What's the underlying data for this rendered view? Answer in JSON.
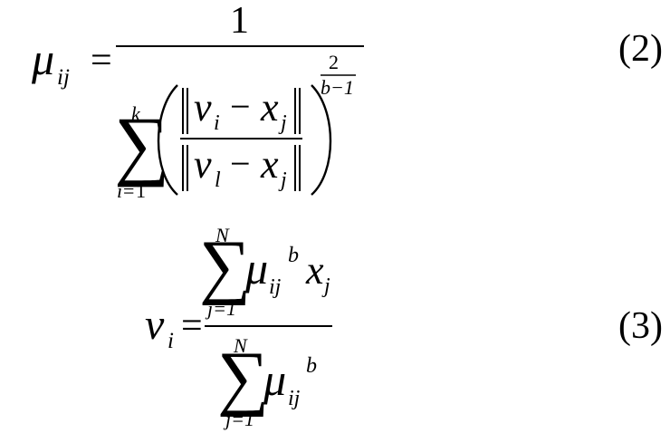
{
  "equations": [
    {
      "number": "(2)",
      "lhs": {
        "symbol": "μ",
        "subscript": "ij",
        "equals": "="
      },
      "numerator": "1",
      "sum": {
        "symbol": "∑",
        "lower_var": "i",
        "lower_eq": "=",
        "lower_val": "1",
        "upper": "k"
      },
      "ratio": {
        "top": {
          "v": "v",
          "v_sub": "i",
          "minus": "−",
          "x": "x",
          "x_sub": "j"
        },
        "bottom": {
          "v": "v",
          "v_sub": "l",
          "minus": "−",
          "x": "x",
          "x_sub": "j"
        }
      },
      "exponent": {
        "numerator": "2",
        "denominator": "b−1"
      }
    },
    {
      "number": "(3)",
      "lhs": {
        "symbol": "v",
        "subscript": "i",
        "equals": "="
      },
      "numerator": {
        "sum_upper": "N",
        "sum_lower": "j=1",
        "mu": "μ",
        "mu_sub": "ij",
        "power": "b",
        "x": "x",
        "x_sub": "j"
      },
      "denominator": {
        "sum_upper": "N",
        "sum_lower": "j=1",
        "mu": "μ",
        "mu_sub": "ij",
        "power": "b"
      }
    }
  ]
}
